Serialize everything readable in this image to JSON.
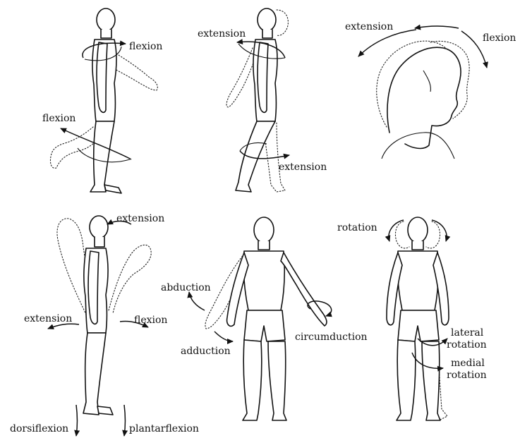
{
  "labels": {
    "p1_flexion_arm": "flexion",
    "p1_flexion_leg": "flexion",
    "p2_extension_arm": "extension",
    "p2_extension_leg": "extension",
    "p3_extension": "extension",
    "p3_flexion": "flexion",
    "p4_extension_top": "extension",
    "p4_extension_left": "extension",
    "p4_flexion": "flexion",
    "p4_dorsiflexion": "dorsiflexion",
    "p4_plantarflexion": "plantarflexion",
    "p5_abduction": "abduction",
    "p5_adduction": "adduction",
    "p5_circumduction": "circumduction",
    "p6_rotation": "rotation",
    "p6_lateral_rotation_1": "lateral",
    "p6_lateral_rotation_2": "rotation",
    "p6_medial_rotation_1": "medial",
    "p6_medial_rotation_2": "rotation"
  }
}
